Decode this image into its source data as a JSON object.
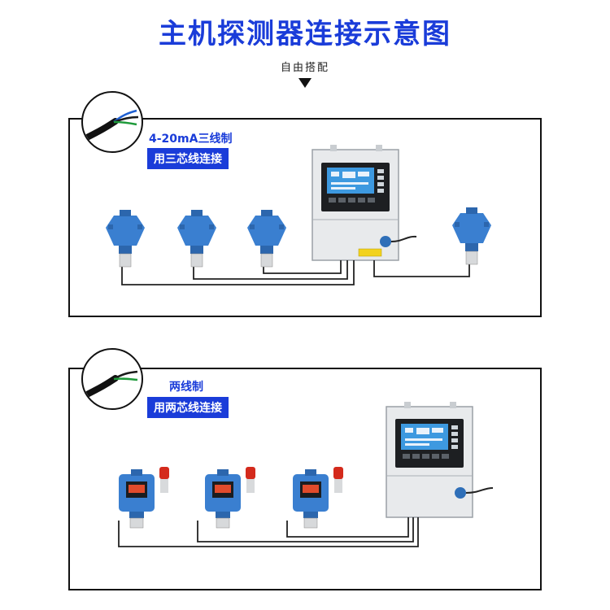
{
  "title": "主机探测器连接示意图",
  "subtitle": "自由搭配",
  "section1": {
    "wire_label": "4-20mA三线制",
    "connection_label": "用三芯线连接"
  },
  "section2": {
    "wire_label": "两线制",
    "connection_label": "用两芯线连接"
  },
  "colors": {
    "title": "#1a3cd9",
    "detector_blue": "#3a7fd0",
    "controller_body": "#e6e8ea",
    "screen": "#2f8fd8"
  }
}
